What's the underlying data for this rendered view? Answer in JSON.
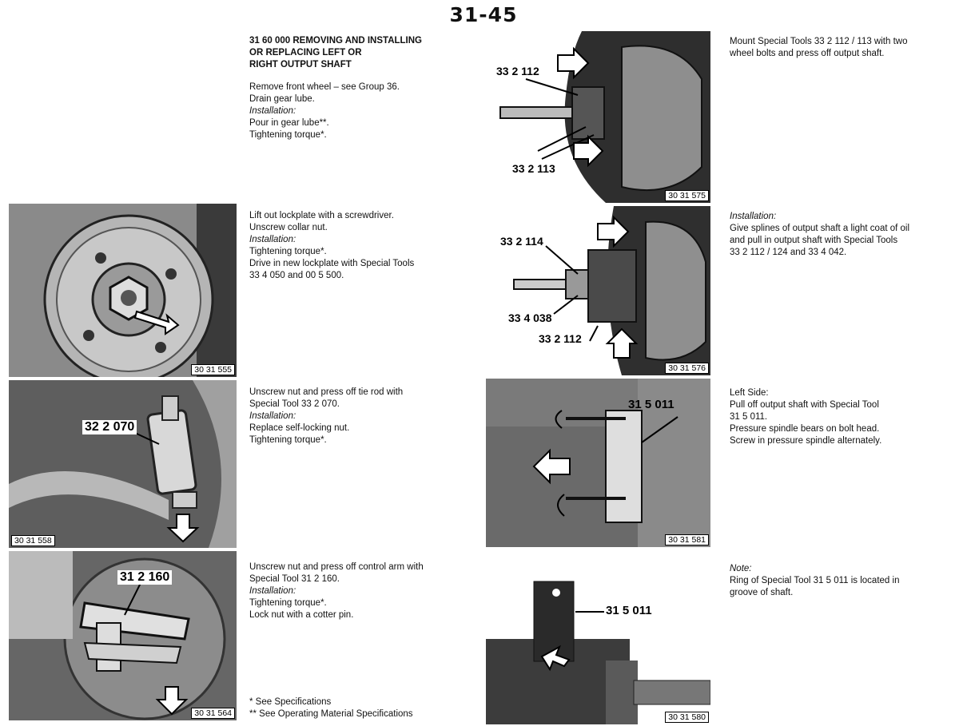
{
  "page_number": "31-45",
  "footnotes": [
    "* See Specifications",
    "** See Operating Material Specifications"
  ],
  "sections": [
    {
      "id": "s0",
      "lines": [
        {
          "t": "31 60 000   REMOVING AND INSTALLING",
          "s": "head"
        },
        {
          "t": "OR REPLACING LEFT OR",
          "s": "head"
        },
        {
          "t": "RIGHT OUTPUT SHAFT",
          "s": "head"
        },
        {
          "t": "",
          "s": "gap"
        },
        {
          "t": "Remove front wheel – see Group 36.",
          "s": "n"
        },
        {
          "t": "Drain gear lube.",
          "s": "n"
        },
        {
          "t": "Installation:",
          "s": "it"
        },
        {
          "t": "Pour in gear lube**.",
          "s": "n"
        },
        {
          "t": "Tightening torque*.",
          "s": "n"
        }
      ]
    },
    {
      "id": "s1",
      "lines": [
        {
          "t": "Lift out lockplate with a screwdriver.",
          "s": "n"
        },
        {
          "t": "Unscrew collar nut.",
          "s": "n"
        },
        {
          "t": "Installation:",
          "s": "it"
        },
        {
          "t": "Tightening torque*.",
          "s": "n"
        },
        {
          "t": "Drive in new lockplate with Special Tools",
          "s": "n"
        },
        {
          "t": "33 4 050 and 00 5 500.",
          "s": "n"
        }
      ]
    },
    {
      "id": "s2",
      "lines": [
        {
          "t": "Unscrew nut and press off tie rod with",
          "s": "n"
        },
        {
          "t": "Special Tool 33 2 070.",
          "s": "n"
        },
        {
          "t": "Installation:",
          "s": "it"
        },
        {
          "t": "Replace self-locking nut.",
          "s": "n"
        },
        {
          "t": "Tightening torque*.",
          "s": "n"
        }
      ]
    },
    {
      "id": "s3",
      "lines": [
        {
          "t": "Unscrew nut and press off control arm with",
          "s": "n"
        },
        {
          "t": "Special Tool 31 2 160.",
          "s": "n"
        },
        {
          "t": "Installation:",
          "s": "it"
        },
        {
          "t": "Tightening torque*.",
          "s": "n"
        },
        {
          "t": "Lock nut with a cotter pin.",
          "s": "n"
        }
      ]
    },
    {
      "id": "s4",
      "lines": [
        {
          "t": "Mount Special Tools 33 2 112 / 113 with two",
          "s": "n"
        },
        {
          "t": "wheel bolts and press off output shaft.",
          "s": "n"
        }
      ]
    },
    {
      "id": "s5",
      "lines": [
        {
          "t": "Installation:",
          "s": "it"
        },
        {
          "t": "Give splines of output shaft a light coat of oil",
          "s": "n"
        },
        {
          "t": "and pull in output shaft with Special Tools",
          "s": "n"
        },
        {
          "t": "33 2 112 / 124 and 33 4 042.",
          "s": "n"
        }
      ]
    },
    {
      "id": "s6",
      "lines": [
        {
          "t": "Left Side:",
          "s": "n"
        },
        {
          "t": "Pull off output shaft with Special Tool",
          "s": "n"
        },
        {
          "t": "31 5 011.",
          "s": "n"
        },
        {
          "t": "Pressure spindle bears on bolt head.",
          "s": "n"
        },
        {
          "t": "Screw in pressure spindle alternately.",
          "s": "n"
        }
      ]
    },
    {
      "id": "s7",
      "lines": [
        {
          "t": "Note:",
          "s": "it"
        },
        {
          "t": "Ring of Special Tool 31 5 011 is located in",
          "s": "n"
        },
        {
          "t": "groove of shaft.",
          "s": "n"
        }
      ]
    }
  ],
  "figures": {
    "f555": {
      "number": "30 31 555"
    },
    "f558": {
      "number": "30 31 558",
      "labels": [
        "32 2 070"
      ]
    },
    "f564": {
      "number": "30 31 564",
      "labels": [
        "31 2 160"
      ]
    },
    "f575": {
      "number": "30 31 575",
      "labels": [
        "33 2 112",
        "33 2 113"
      ]
    },
    "f576": {
      "number": "30 31 576",
      "labels": [
        "33 2 114",
        "33 4 038",
        "33 2 112"
      ]
    },
    "f581": {
      "number": "30 31 581",
      "labels": [
        "31 5 011"
      ]
    },
    "f580": {
      "number": "30 31 580",
      "labels": [
        "31 5 011"
      ]
    }
  }
}
